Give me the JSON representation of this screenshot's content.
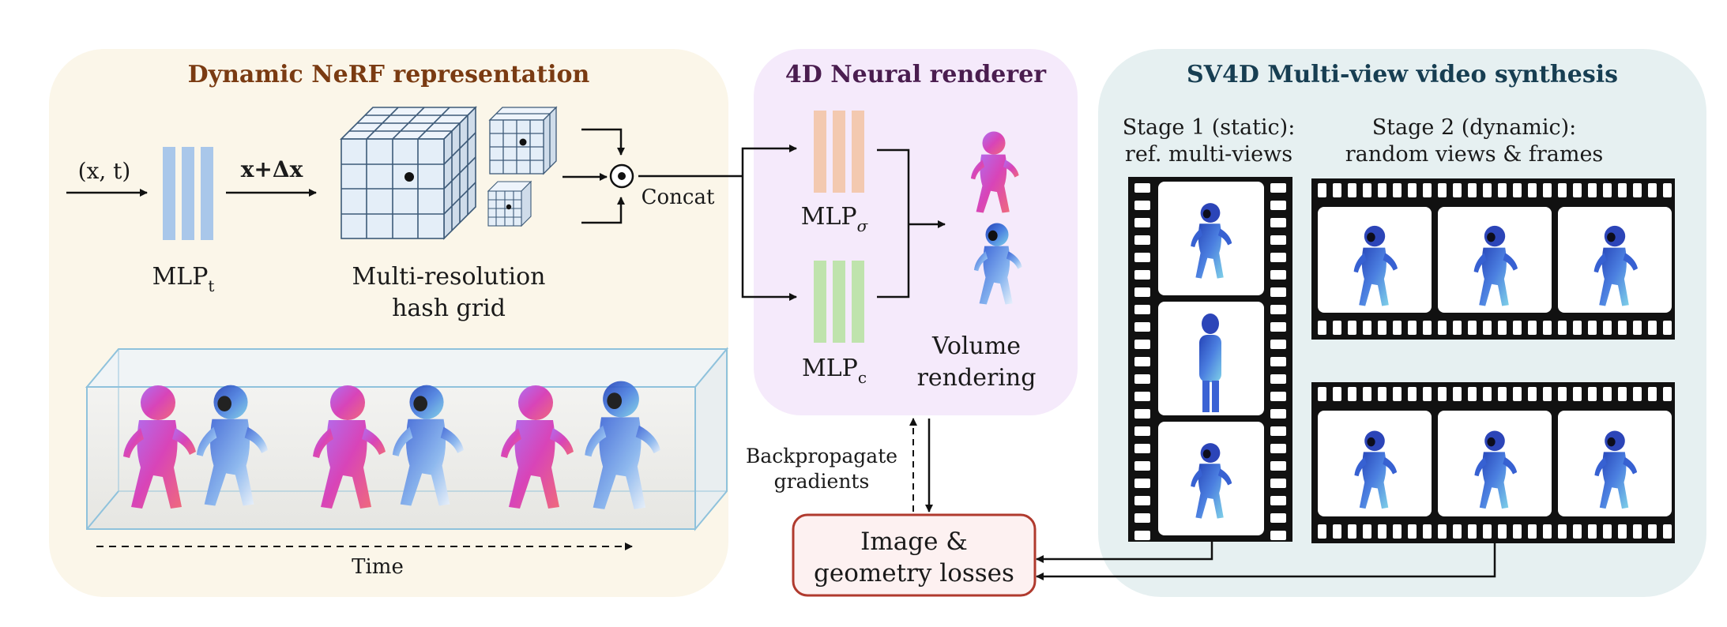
{
  "panels": {
    "nerf": {
      "title": "Dynamic NeRF representation",
      "title_color": "#7a3b12",
      "bg": "#fbf6e9"
    },
    "renderer": {
      "title": "4D Neural renderer",
      "title_color": "#4a1d4f",
      "bg": "#f5eafb"
    },
    "sv4d": {
      "title": "SV4D Multi-view video synthesis",
      "title_color": "#173e52",
      "bg": "#e6f0f1"
    }
  },
  "nerf": {
    "input_label": "(x, t)",
    "mlp_t_label": "MLP",
    "mlp_t_sub": "t",
    "delta_label": "x+Δx",
    "hash_grid_label_1": "Multi-resolution",
    "hash_grid_label_2": "hash grid",
    "concat_label": "Concat",
    "time_label": "Time"
  },
  "renderer": {
    "mlp_sigma_label": "MLP",
    "mlp_sigma_sub": "σ",
    "mlp_c_label": "MLP",
    "mlp_c_sub": "c",
    "volume_label_1": "Volume",
    "volume_label_2": "rendering"
  },
  "sv4d": {
    "stage1_label_1": "Stage 1 (static):",
    "stage1_label_2": "ref. multi-views",
    "stage2_label_1": "Stage 2 (dynamic):",
    "stage2_label_2": "random views & frames"
  },
  "losses": {
    "box_label_1": "Image &",
    "box_label_2": "geometry losses",
    "backprop_label_1": "Backpropagate",
    "backprop_label_2": "gradients",
    "box_border": "#b03a2e"
  },
  "colors": {
    "mlp_t": "#a9c7ea",
    "mlp_sigma": "#f3c9b0",
    "mlp_c": "#bfe3ad",
    "grid_fill": "#e4eef8",
    "grid_stroke": "#3d5a78",
    "figure_pink": "#cf3fae",
    "figure_blue": "#2f57c9"
  },
  "icons": [
    "dot-product-icon",
    "pink-figure-icon",
    "blue-figure-icon",
    "film-strip-icon"
  ]
}
